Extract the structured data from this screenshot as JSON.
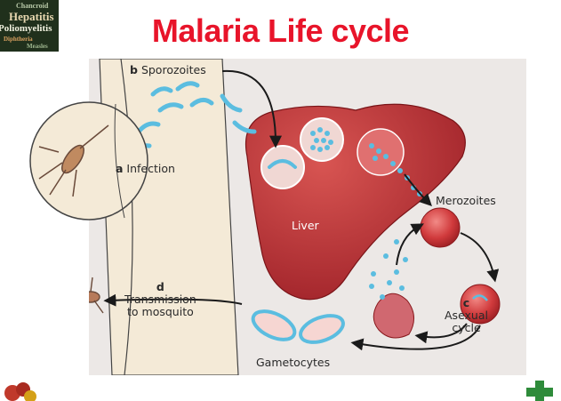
{
  "slide": {
    "title": "Malaria Life cycle"
  },
  "logo": {
    "words": [
      "Chancroid",
      "Hepatitis",
      "Poliomyelitis",
      "Diphtheria",
      "Measles"
    ]
  },
  "diagram": {
    "labels": {
      "sporozoites_letter": "b",
      "sporozoites": "Sporozoites",
      "infection_letter": "a",
      "infection": "Infection",
      "liver": "Liver",
      "merozoites": "Merozoites",
      "asexual_letter": "c",
      "asexual_line1": "Asexual",
      "asexual_line2": "cycle",
      "transmission_letter": "d",
      "transmission_line1": "Transmission",
      "transmission_line2": "to mosquito",
      "gametocytes": "Gametocytes"
    },
    "colors": {
      "title_red": "#e8142a",
      "liver": "#b3282e",
      "rbc": "#c93036",
      "parasite_blue": "#5bbde0",
      "figure_bg": "#ece8e6",
      "skin": "#f4ead7"
    }
  }
}
